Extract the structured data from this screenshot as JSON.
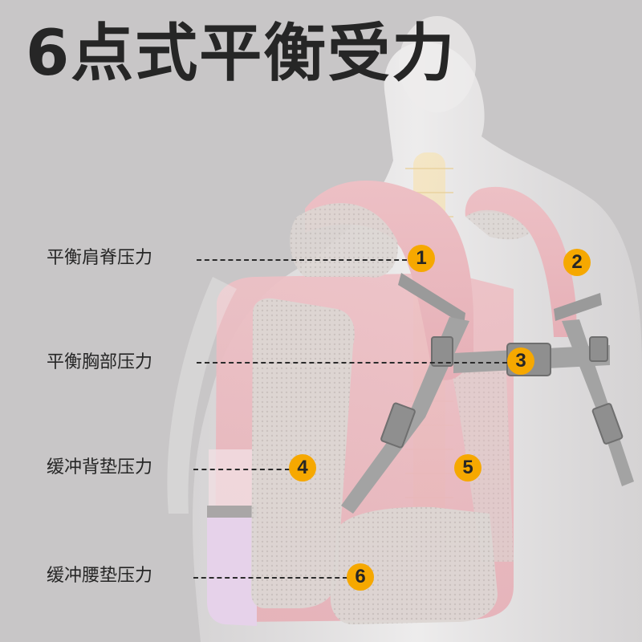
{
  "title": "6点式平衡受力",
  "colors": {
    "background": "#c8c6c7",
    "text": "#262626",
    "badge": "#f6a800",
    "backpack_pink": "#e9b7bd",
    "backpack_purple": "#e6d2ea",
    "mesh_gray": "#d8d3d1",
    "buckle_gray": "#9a9a9a"
  },
  "callouts": [
    {
      "number": "1",
      "label": "平衡肩脊压力"
    },
    {
      "number": "2",
      "label": ""
    },
    {
      "number": "3",
      "label": "平衡胸部压力"
    },
    {
      "number": "4",
      "label": "缓冲背垫压力"
    },
    {
      "number": "5",
      "label": ""
    },
    {
      "number": "6",
      "label": "缓冲腰垫压力"
    }
  ],
  "illustration": {
    "subject": "backpack-on-translucent-torso",
    "features": [
      "shoulder-straps",
      "chest-buckle",
      "back-pad",
      "lumbar-pad",
      "spine"
    ]
  }
}
